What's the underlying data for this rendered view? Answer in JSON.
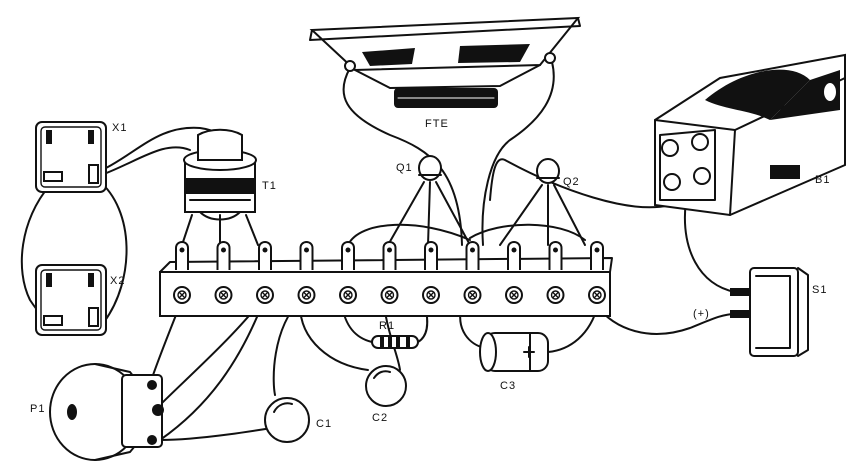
{
  "labels": {
    "x1": "X1",
    "x2": "X2",
    "t1": "T1",
    "fte": "FTE",
    "q1": "Q1",
    "q2": "Q2",
    "b1": "B1",
    "s1": "S1",
    "plus": "(+)",
    "p1": "P1",
    "r1": "R1",
    "c1": "C1",
    "c2": "C2",
    "c3": "C3"
  }
}
